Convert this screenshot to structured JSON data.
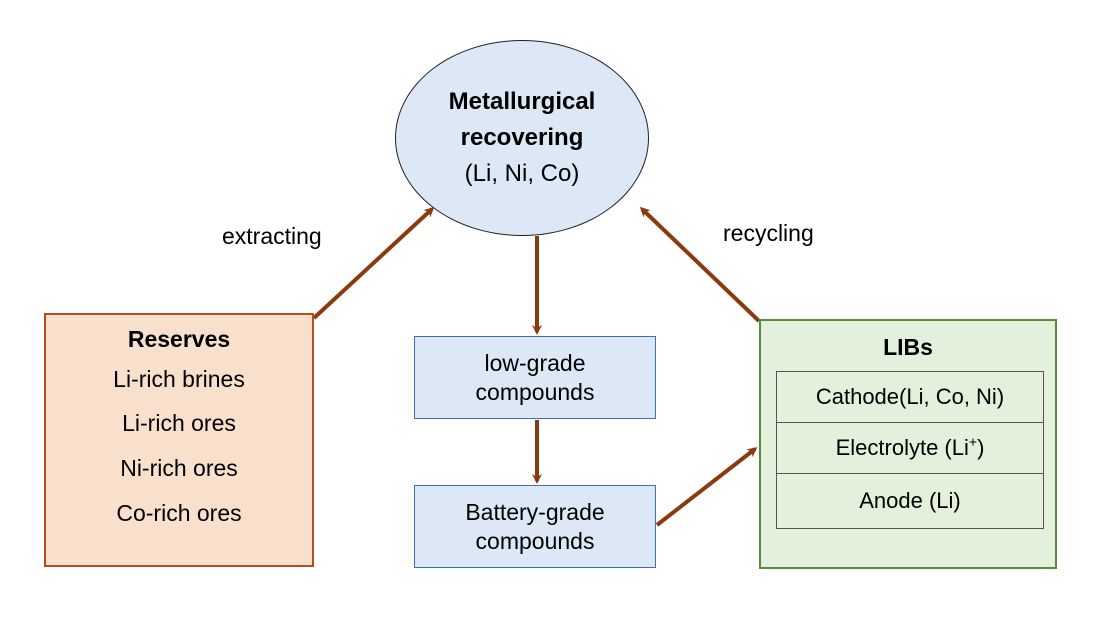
{
  "nodes": {
    "metallurgical": {
      "line1": "Metallurgical",
      "line2": "recovering",
      "line3": "(Li, Ni, Co)"
    },
    "reserves": {
      "title": "Reserves",
      "items": [
        "Li-rich brines",
        "Li-rich ores",
        "Ni-rich ores",
        "Co-rich ores"
      ]
    },
    "low_grade": {
      "line1": "low-grade",
      "line2": "compounds"
    },
    "battery_grade": {
      "line1": "Battery-grade",
      "line2": "compounds"
    },
    "libs": {
      "title": "LIBs",
      "cathode": "Cathode(Li, Co, Ni)",
      "electrolyte": "Electrolyte (Li",
      "electrolyte_sup": "+",
      "electrolyte_end": ")",
      "anode": "Anode (Li)"
    }
  },
  "edges": {
    "extracting": "extracting",
    "recycling": "recycling"
  },
  "colors": {
    "arrow": "#8b3a0f",
    "ellipse_fill": "#dce8f5",
    "reserves_fill": "#f9e0cc",
    "reserves_border": "#b0501c",
    "mid_fill": "#dce8f5",
    "mid_border": "#3c6fb8",
    "libs_fill": "#e3f1dc",
    "libs_border": "#5a8a3c"
  }
}
